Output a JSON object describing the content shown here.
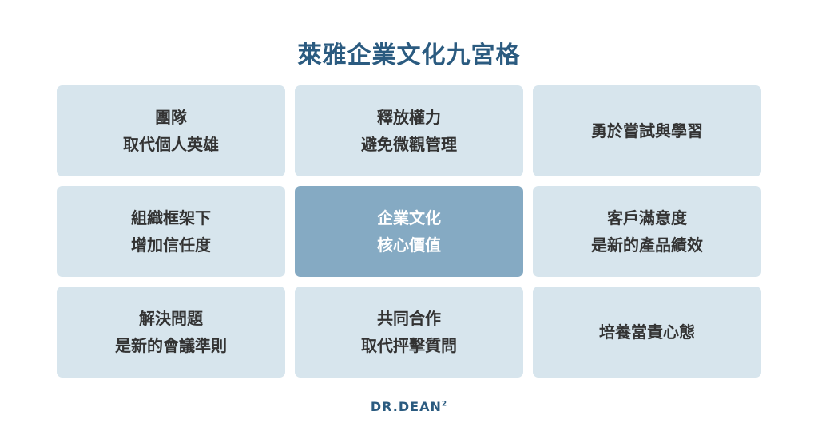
{
  "title": "萊雅企業文化九宮格",
  "cells": [
    {
      "lines": [
        "團隊",
        "取代個人英雄"
      ]
    },
    {
      "lines": [
        "釋放權力",
        "避免微觀管理"
      ]
    },
    {
      "lines": [
        "勇於嘗試與學習"
      ]
    },
    {
      "lines": [
        "組織框架下",
        "增加信任度"
      ]
    },
    {
      "lines": [
        "企業文化",
        "核心價值"
      ]
    },
    {
      "lines": [
        "客戶滿意度",
        "是新的產品績效"
      ]
    },
    {
      "lines": [
        "解決問題",
        "是新的會議準則"
      ]
    },
    {
      "lines": [
        "共同合作",
        "取代抨擊質問"
      ]
    },
    {
      "lines": [
        "培養當責心態"
      ]
    }
  ],
  "logo": {
    "text": "DR.DEAN",
    "sup": "2"
  },
  "colors": {
    "title": "#2b5b80",
    "cell": "#d7e5ed",
    "center": "#85aac3"
  }
}
